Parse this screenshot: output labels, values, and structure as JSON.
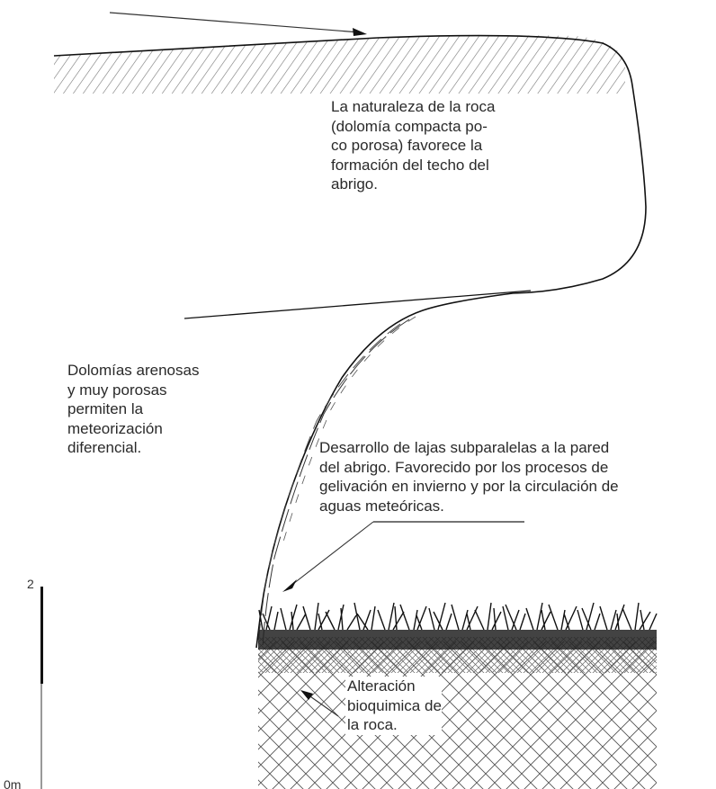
{
  "labels": {
    "roof": [
      "La naturaleza de la roca",
      "(dolomía compacta po-",
      "co porosa) favorece la",
      "formación del techo del",
      "abrigo."
    ],
    "porous": [
      "Dolomías arenosas",
      "y muy porosas",
      "permiten la",
      "meteorización",
      "diferencial."
    ],
    "slabs": [
      "Desarrollo de lajas subparalelas a la pared",
      "del abrigo. Favorecido por los procesos de",
      "gelivación en invierno y por la circulación de",
      "aguas meteóricas."
    ],
    "alteration": [
      "Alteración",
      "bioquimica de",
      "la roca."
    ]
  },
  "scale": {
    "top_label": "2",
    "bottom_label": "0m"
  }
}
